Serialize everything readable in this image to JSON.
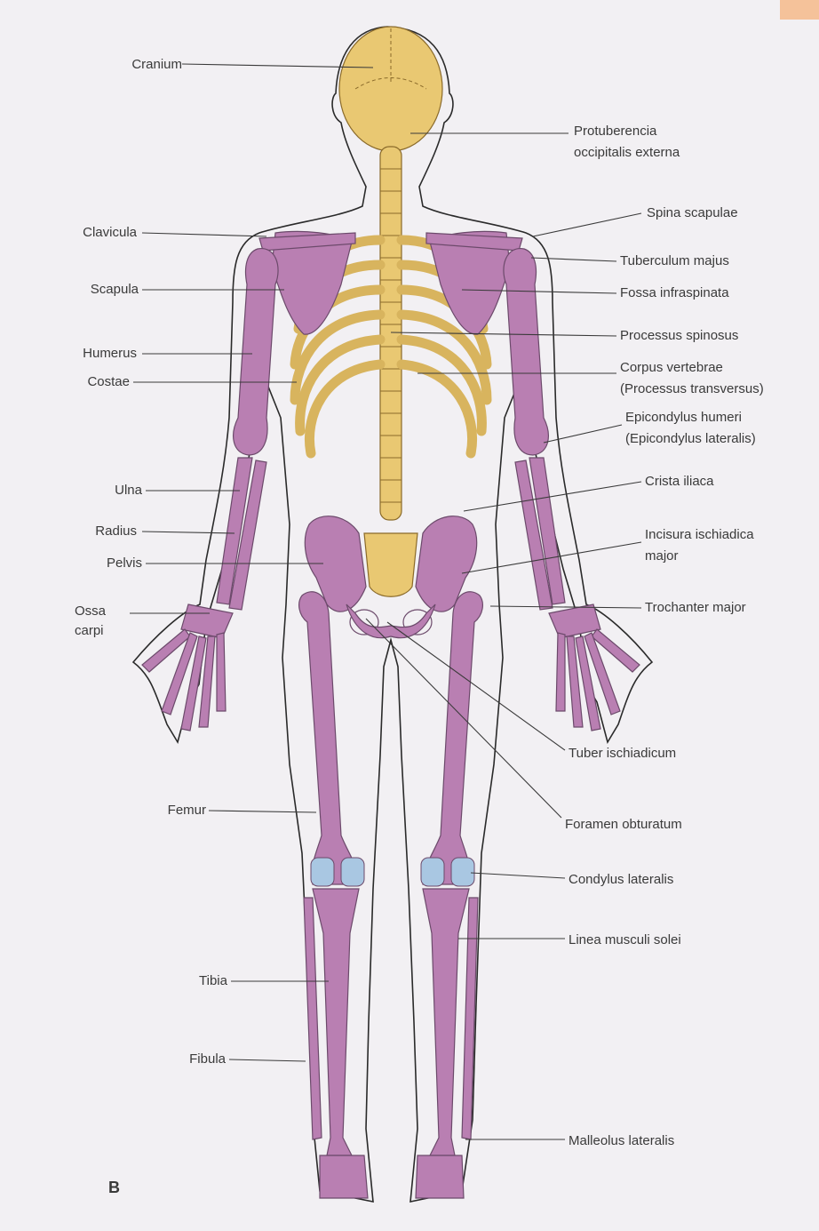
{
  "figure_letter": "B",
  "labels_left": [
    "Cranium",
    "Clavicula",
    "Scapula",
    "Humerus",
    "Costae",
    "Ulna",
    "Radius",
    "Pelvis",
    "Ossa",
    "carpi",
    "Femur",
    "Tibia",
    "Fibula"
  ],
  "labels_right": [
    "Protuberencia",
    "occipitalis externa",
    "Spina scapulae",
    "Tuberculum majus",
    "Fossa infraspinata",
    "Processus spinosus",
    "Corpus vertebrae",
    "(Processus transversus)",
    "Epicondylus humeri",
    "(Epicondylus lateralis)",
    "Crista iliaca",
    "Incisura ischiadica",
    "major",
    "Trochanter major",
    "Tuber ischiadicum",
    "Foramen obturatum",
    "Condylus lateralis",
    "Linea musculi solei",
    "Malleolus lateralis"
  ],
  "colors": {
    "bone_purple": "#b97fb2",
    "bone_yellow": "#e9c872",
    "cartilage": "#a9c7e2",
    "background": "#f2f0f3"
  }
}
